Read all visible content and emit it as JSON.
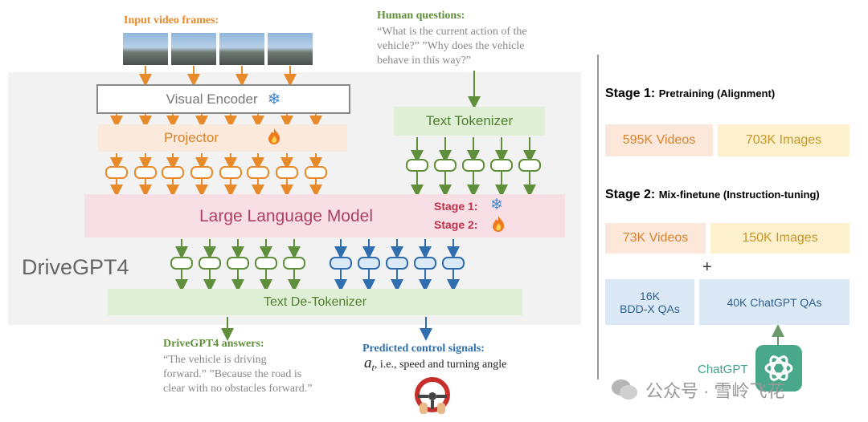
{
  "input_frames": {
    "title": "Input video frames:"
  },
  "human_questions": {
    "title": "Human questions:",
    "lines": [
      "“What is the current action of the",
      "vehicle?” ”Why does the vehicle",
      "behave in this way?”"
    ]
  },
  "blocks": {
    "visual_encoder": "Visual Encoder",
    "projector": "Projector",
    "text_tokenizer": "Text Tokenizer",
    "llm": "Large Language Model",
    "stage1": "Stage 1:",
    "stage2": "Stage 2:",
    "detokenizer": "Text De-Tokenizer",
    "model_name": "DriveGPT4"
  },
  "answers": {
    "title": "DriveGPT4 answers:",
    "lines": [
      "“The vehicle is driving",
      "forward.” ”Because the road is",
      "clear with no obstacles forward.”"
    ]
  },
  "control": {
    "title": "Predicted control signals:",
    "symbol": "a",
    "subscript": "t",
    "text": ", i.e., speed and turning angle"
  },
  "stages": {
    "s1_label": "Stage 1:",
    "s1_desc": "Pretraining (Alignment)",
    "s1_videos": "595K Videos",
    "s1_images": "703K Images",
    "s2_label": "Stage 2:",
    "s2_desc": "Mix-finetune (Instruction-tuning)",
    "s2_videos": "73K Videos",
    "s2_images": "150K Images",
    "plus": "+",
    "bdd_line1": "16K",
    "bdd_line2": "BDD-X QAs",
    "chatgpt_qas": "40K ChatGPT QAs",
    "chatgpt": "ChatGPT"
  },
  "watermark": "公众号 · 雪岭飞花",
  "colors": {
    "orange": "#e8892a",
    "green": "#5f8f3a",
    "blue": "#2f6fb0",
    "pink": "#f8dfe6"
  },
  "icons": [
    "snowflake-icon",
    "fire-icon",
    "steering-wheel-icon",
    "chatgpt-logo-icon",
    "wechat-icon"
  ]
}
